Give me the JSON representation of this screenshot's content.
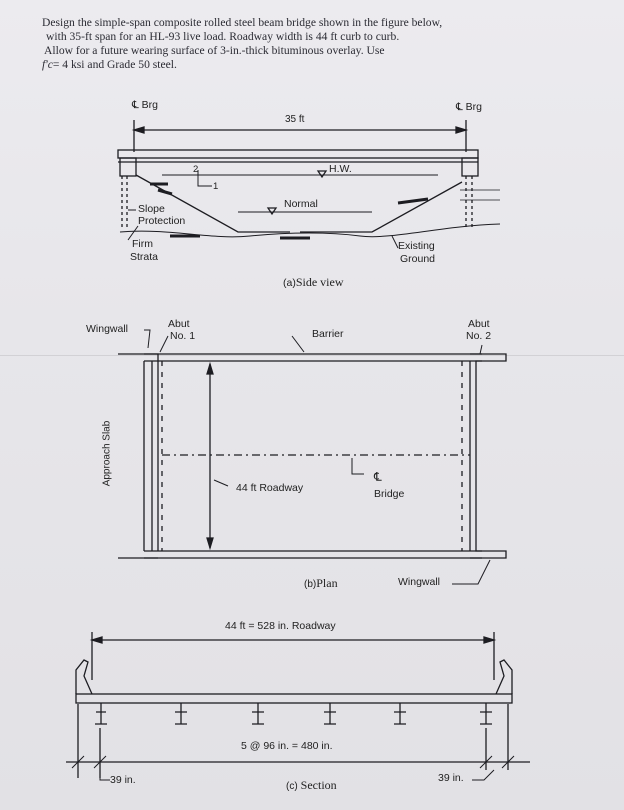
{
  "problem": {
    "lines": [
      "Design the simple-span composite rolled steel beam bridge shown in the figure below,",
      "with 35-ft span for an HL-93 live load. Roadway width is 44 ft curb to curb.",
      "Allow for a future wearing surface of 3-in.-thick bituminous overlay. Use",
      "= 4 ksi and Grade 50 steel."
    ],
    "fc_symbol": "f'c"
  },
  "side_view": {
    "cl_brg_left": "℄ Brg",
    "cl_brg_right": "℄ Brg",
    "span": "35 ft",
    "hw": "H.W.",
    "normal": "Normal",
    "slope_num": "2",
    "slope_den": "1",
    "slope_protection_1": "Slope",
    "slope_protection_2": "Protection",
    "firm_strata_1": "Firm",
    "firm_strata_2": "Strata",
    "existing_ground_1": "Existing",
    "existing_ground_2": "Ground",
    "caption_prefix": "(a)",
    "caption": "Side view"
  },
  "plan": {
    "wingwall_left": "Wingwall",
    "abut1_1": "Abut",
    "abut1_2": "No. 1",
    "barrier": "Barrier",
    "abut2_1": "Abut",
    "abut2_2": "No. 2",
    "approach_slab": "Approach Slab",
    "roadway": "44 ft Roadway",
    "cl_symbol": "℄",
    "bridge": "Bridge",
    "caption_prefix": "(b)",
    "caption": "Plan",
    "wingwall_right": "Wingwall"
  },
  "section": {
    "roadway": "44 ft = 528 in. Roadway",
    "spacing": "5 @ 96 in. = 480 in.",
    "left_overhang": "39 in.",
    "right_overhang": "39 in.",
    "caption_prefix": "(c)",
    "caption": "Section"
  }
}
